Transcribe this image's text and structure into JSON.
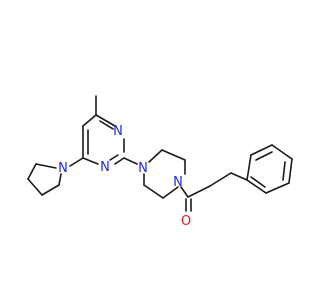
{
  "molecule": {
    "atoms": {
      "n_pyrimidine_top": "N",
      "n_pyrimidine_bottom": "N",
      "n_pyrrolidine": "N",
      "n_piperazine_top": "N",
      "n_piperazine_bottom": "N",
      "o_carbonyl": "O"
    },
    "colors": {
      "bond": "#1a1a1a",
      "nitrogen": "#1f2bd6",
      "oxygen": "#e0201b",
      "background": "#ffffff"
    }
  }
}
